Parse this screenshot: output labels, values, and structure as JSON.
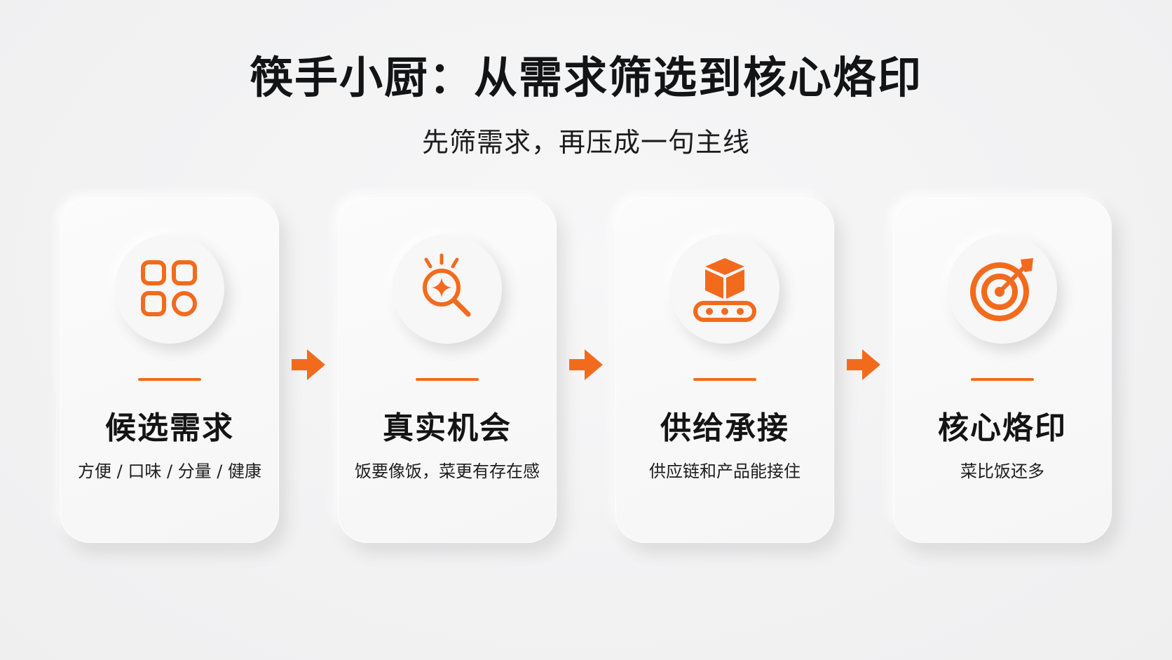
{
  "header": {
    "title": "筷手小厨：从需求筛选到核心烙印",
    "subtitle": "先筛需求，再压成一句主线"
  },
  "accent_color": "#f26b1d",
  "steps": [
    {
      "icon": "grid-icon",
      "title": "候选需求",
      "desc": "方便 / 口味 / 分量 / 健康"
    },
    {
      "icon": "magnifier-sparkle-icon",
      "title": "真实机会",
      "desc": "饭要像饭，菜更有存在感"
    },
    {
      "icon": "box-conveyor-icon",
      "title": "供给承接",
      "desc": "供应链和产品能接住"
    },
    {
      "icon": "target-icon",
      "title": "核心烙印",
      "desc": "菜比饭还多"
    }
  ]
}
